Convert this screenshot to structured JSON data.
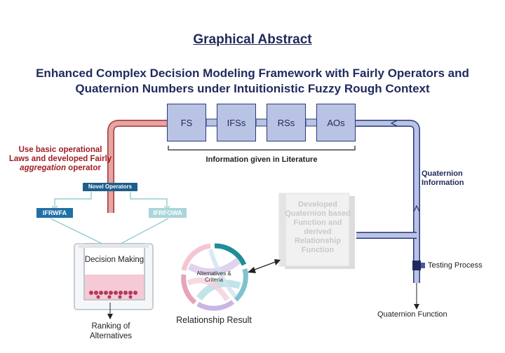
{
  "header": {
    "heading": "Graphical Abstract",
    "title_line1": "Enhanced Complex Decision Modeling Framework  with Fairly Operators and",
    "title_line2": "Quaternion Numbers under Intuitionistic Fuzzy Rough Context"
  },
  "literature": {
    "boxes": [
      "FS",
      "IFSs",
      "RSs",
      "AOs"
    ],
    "caption": "Information given in Literature"
  },
  "left": {
    "label_line1": "Use basic operational",
    "label_line2": "Laws and developed Fairly",
    "label_line3_italic": "aggregation",
    "label_line3_rest": " operator",
    "novel_operators": "Novel Operators",
    "op_left": "IFRWFA",
    "op_right": "IFRFOWA",
    "decision_making": "Decision Making",
    "ranking": "Ranking of Alternatives"
  },
  "right": {
    "quaternion_info": "Quaternion Information",
    "testing_process": "Testing Process",
    "quaternion_function": "Quaternion Function"
  },
  "center": {
    "document_text": "Developed Quaternion based Function and derived Relationship Function",
    "circle_text": "Alternatives & Criteria",
    "relationship_result": "Relationship Result"
  },
  "colors": {
    "title": "#1f2a5c",
    "red_pipe": "#e8a3a3",
    "blue_pipe": "#b9c3e3",
    "box_fill": "#b9c3e3",
    "red_text": "#a01d24",
    "novel_box": "#1f5d8a",
    "ifrwfa_box": "#1f70a6",
    "ifrfowa_box": "#a9d6d9",
    "liquid": "#f5c9d5",
    "dots": "#b23a5a"
  }
}
